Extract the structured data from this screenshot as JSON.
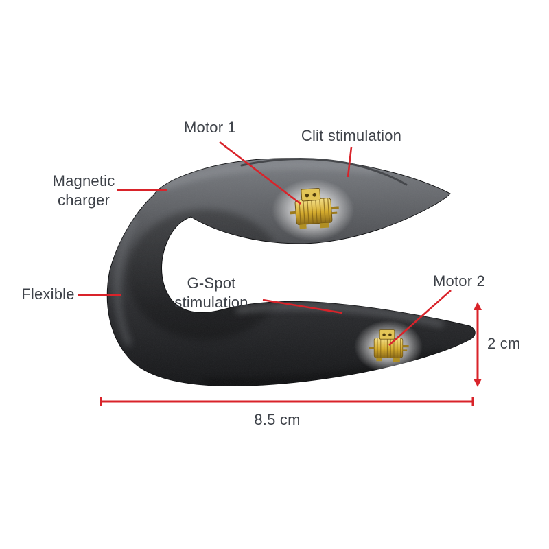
{
  "diagram": {
    "labels": {
      "motor1": "Motor 1",
      "clit": "Clit stimulation",
      "magnetic": "Magnetic charger",
      "flexible": "Flexible",
      "gspot": "G-Spot stimulation",
      "motor2": "Motor 2"
    },
    "dimensions": {
      "height": "2 cm",
      "width": "8.5 cm"
    },
    "colors": {
      "annotation_red": "#d9232a",
      "label_text": "#3d4148",
      "device_body_dark": "#1a1b1d",
      "device_body_light": "#7c7f84",
      "motor_gold": "#d4ab2e"
    },
    "icons": [
      "device-body",
      "motor-1-icon",
      "motor-2-icon",
      "antenna-line"
    ]
  }
}
